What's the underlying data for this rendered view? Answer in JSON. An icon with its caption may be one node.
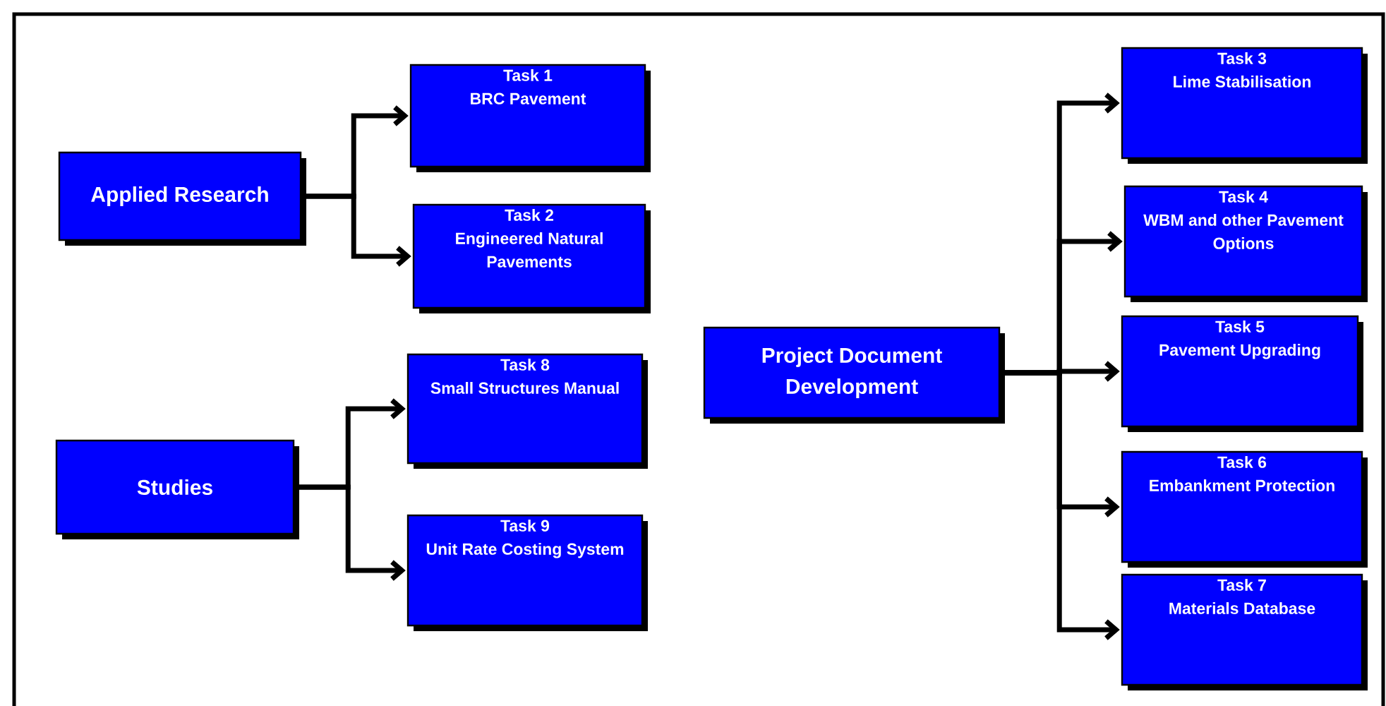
{
  "diagram": {
    "nodes": [
      {
        "text": [
          "Applied Research"
        ]
      },
      {
        "text": [
          "Task 1",
          "BRC Pavement"
        ]
      },
      {
        "text": [
          "Task 2",
          "Engineered Natural Pavements"
        ]
      },
      {
        "text": [
          "Studies"
        ]
      },
      {
        "text": [
          "Task 8",
          "Small Structures Manual"
        ]
      },
      {
        "text": [
          "Task 9",
          "Unit Rate Costing System"
        ]
      },
      {
        "text": [
          "Project Document Development"
        ]
      },
      {
        "text": [
          "Task 3",
          "Lime Stabilisation"
        ]
      },
      {
        "text": [
          "Task 4",
          "WBM and other Pavement Options"
        ]
      },
      {
        "text": [
          "Task 5",
          "Pavement Upgrading"
        ]
      },
      {
        "text": [
          "Task 6",
          "Embankment Protection"
        ]
      },
      {
        "text": [
          "Task 7",
          "Materials Database"
        ]
      }
    ],
    "edges": [
      {
        "from": 0,
        "to": 1,
        "arrow": "to"
      },
      {
        "from": 0,
        "to": 2,
        "arrow": "to"
      },
      {
        "from": 3,
        "to": 4,
        "arrow": "to"
      },
      {
        "from": 3,
        "to": 5,
        "arrow": "to"
      },
      {
        "from": 6,
        "to": 7,
        "arrow": "to"
      },
      {
        "from": 6,
        "to": 8,
        "arrow": "to"
      },
      {
        "from": 6,
        "to": 9,
        "arrow": "to"
      },
      {
        "from": 6,
        "to": 10,
        "arrow": "to"
      },
      {
        "from": 6,
        "to": 11,
        "arrow": "to"
      }
    ]
  }
}
